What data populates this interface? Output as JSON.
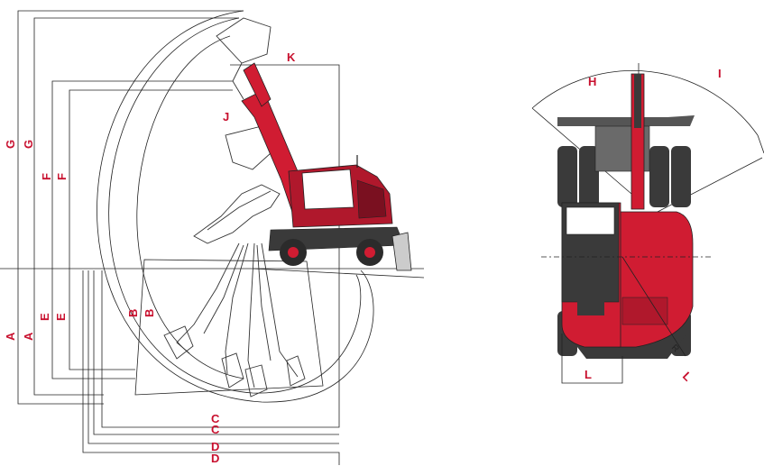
{
  "labels": {
    "A1": "A",
    "A2": "A",
    "B1": "B",
    "B2": "B",
    "C1": "C",
    "C2": "C",
    "D1": "D",
    "D2": "D",
    "E1": "E",
    "E2": "E",
    "F1": "F",
    "F2": "F",
    "G1": "G",
    "G2": "G",
    "H": "H",
    "I": "I",
    "J": "J",
    "K": "K",
    "L1": "L",
    "L2": "L",
    "R": "R"
  },
  "colors": {
    "accent": "#c8102e",
    "body_red": "#d01c32",
    "dark": "#3a3a3a",
    "line": "#222222"
  }
}
